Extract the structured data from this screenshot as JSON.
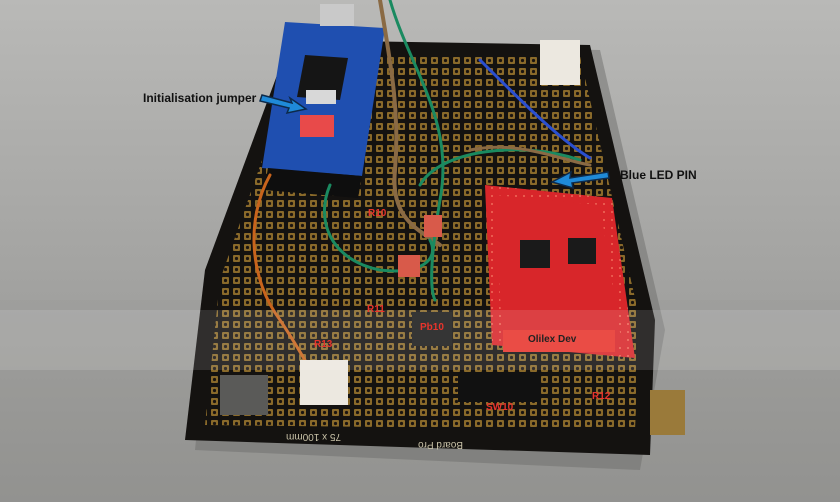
{
  "callouts": {
    "init_jumper": "Initialisation jumper",
    "blue_led": "Blue LED PIN"
  },
  "pcb_labels": {
    "r10": "R10",
    "r11": "R11",
    "r13": "R13",
    "pb10": "Pb10",
    "sw10": "SW10",
    "r12": "R12"
  },
  "board_text": {
    "olimex": "Olilex Dev",
    "proto": "75 x 100mm",
    "board_pro": "Board Pro"
  },
  "colors": {
    "background": "#a8a8a6",
    "pcb": "#141210",
    "pads": "#8a6a2a",
    "arduino": "#1f4fb0",
    "esp_module": "#d8262a",
    "arrow": "#1f8ad8"
  }
}
